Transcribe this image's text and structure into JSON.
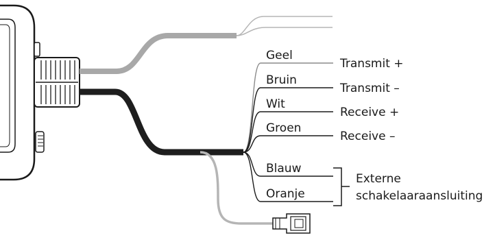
{
  "wires": [
    {
      "label": "Geel",
      "signal": "Transmit +"
    },
    {
      "label": "Bruin",
      "signal": "Transmit –"
    },
    {
      "label": "Wit",
      "signal": "Receive +"
    },
    {
      "label": "Groen",
      "signal": "Receive –"
    },
    {
      "label": "Blauw"
    },
    {
      "label": "Oranje"
    }
  ],
  "switch_connection": {
    "line1": "Externe",
    "line2": "schakelaaraansluiting"
  },
  "colors": {
    "cable_black": "#1e1e1e",
    "cable_grey": "#a8a8a8",
    "wire_thin_grey": "#b5b5b5",
    "outline": "#1a1a1a"
  }
}
